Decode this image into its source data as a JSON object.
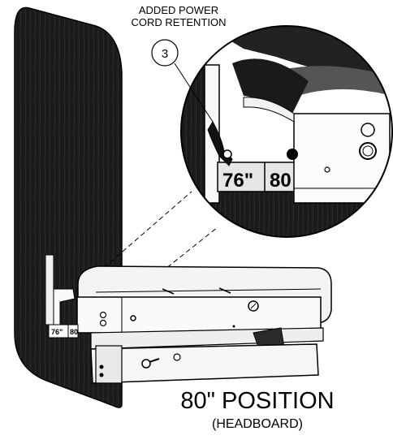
{
  "callout": {
    "line1": "ADDED POWER",
    "line2": "CORD RETENTION",
    "number": "3"
  },
  "detail": {
    "mark_76": "76\"",
    "mark_80": "80"
  },
  "small_marks": {
    "mark_76": "76\"",
    "mark_80": "80"
  },
  "position": {
    "title": "80\" POSITION",
    "subtitle": "(HEADBOARD)"
  },
  "colors": {
    "headboard": "#1c1c1c",
    "metal": "#f2f2f2",
    "outline": "#000000",
    "dark_shade": "#2a2a2a"
  }
}
